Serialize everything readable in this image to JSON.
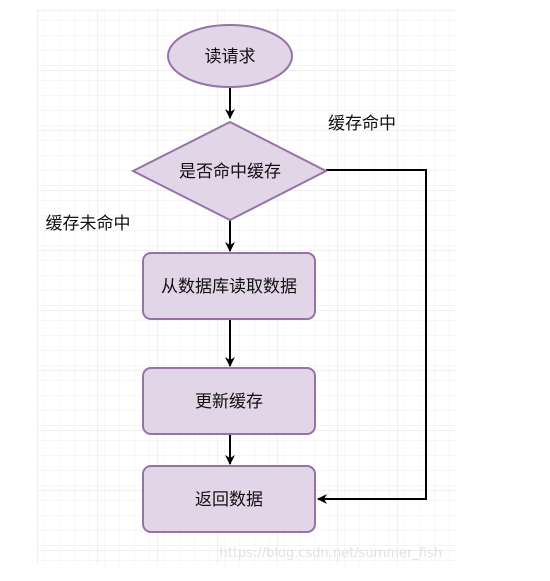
{
  "diagram": {
    "nodes": {
      "start": "读请求",
      "decision": "是否命中缓存",
      "read_db": "从数据库读取数据",
      "update_cache": "更新缓存",
      "return_data": "返回数据"
    },
    "edge_labels": {
      "hit": "缓存命中",
      "miss": "缓存未命中"
    },
    "colors": {
      "node_fill": "#e1d5e7",
      "node_stroke": "#9673a6",
      "edge": "#000000",
      "grid": "#e6e6e6"
    }
  },
  "watermark": "https://blog.csdn.net/summer_fish"
}
